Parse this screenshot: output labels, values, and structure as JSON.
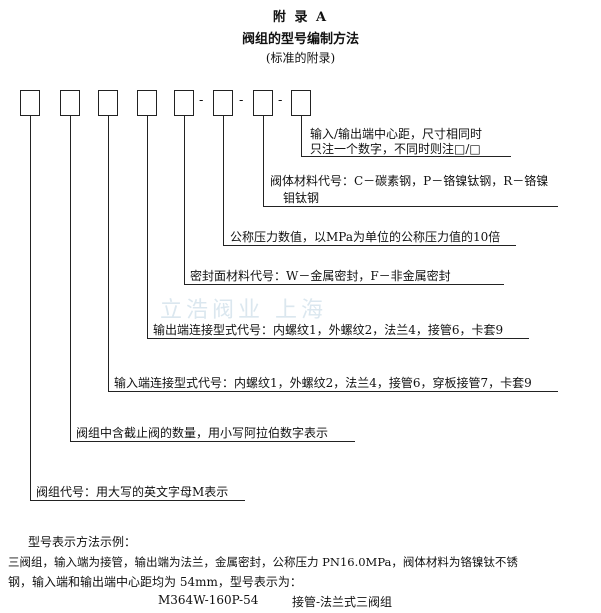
{
  "header": {
    "appendix": "附 录 A",
    "title": "阀组的型号编制方法",
    "subtitle": "(标准的附录)"
  },
  "code_diagram": {
    "separator": "-",
    "descriptions": [
      {
        "line1": "输入/输出端中心距，尺寸相同时",
        "line2": "只注一个数字，不同时则注□/□"
      },
      {
        "line1": "阀体材料代号：C－碳素钢，P－铬镍钛钢，R－铬镍",
        "line2": "钼钛钢"
      },
      {
        "line1": "公称压力数值，以MPa为单位的公称压力值的10倍"
      },
      {
        "line1": "密封面材料代号：W－金属密封，F－非金属密封"
      },
      {
        "line1": "输出端连接型式代号：内螺纹1，外螺纹2，法兰4，接管6，卡套9"
      },
      {
        "line1": "输入端连接型式代号：内螺纹1，外螺纹2，法兰4，接管6，穿板接管7，卡套9"
      },
      {
        "line1": "阀组中含截止阀的数量，用小写阿拉伯数字表示"
      },
      {
        "line1": "阀组代号：用大写的英文字母M表示"
      }
    ]
  },
  "watermark": "立浩阀业  上海",
  "example": {
    "heading": "型号表示方法示例：",
    "line1": "三阀组，输入端为接管，输出端为法兰，金属密封，公称压力 PN16.0MPa，阀体材料为铬镍钛不锈",
    "line2": "钢，输入端和输出端中心距均为 54mm，型号表示为：",
    "model": "M364W-160P-54",
    "model_desc": "接管-法兰式三阀组"
  }
}
